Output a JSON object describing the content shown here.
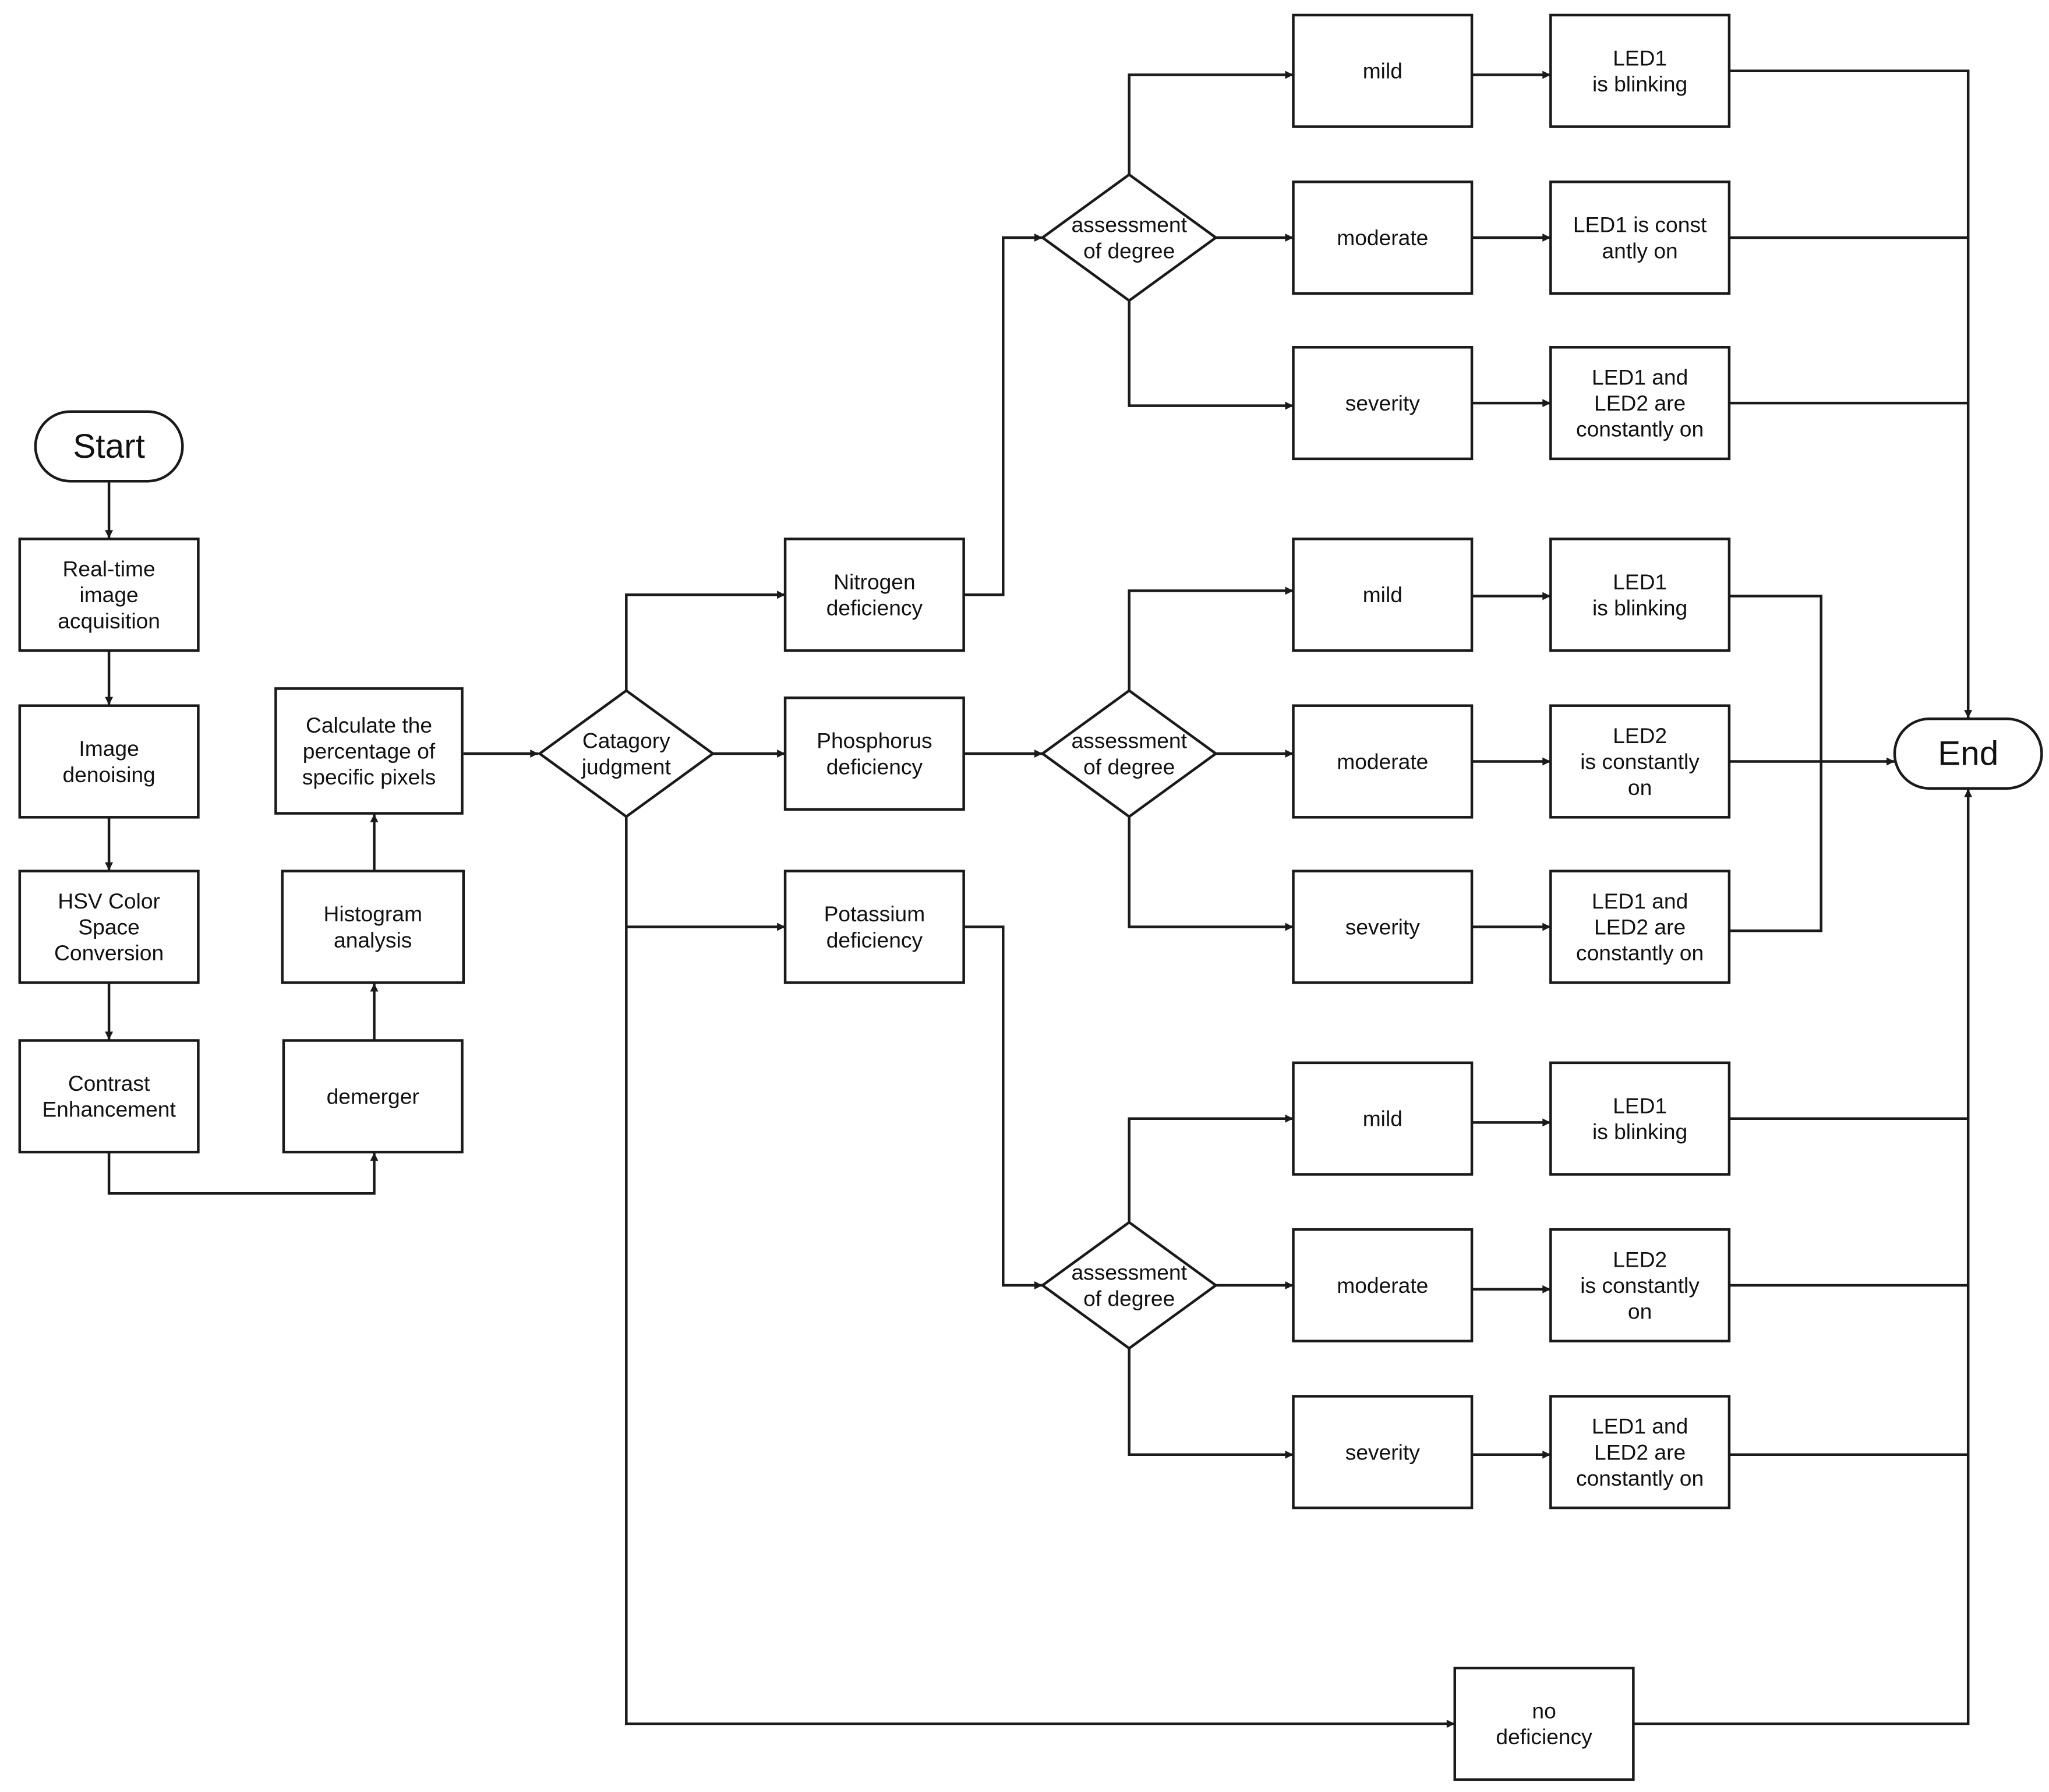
{
  "nodes": [
    {
      "id": "start",
      "shape": "terminal",
      "lines": [
        "Start"
      ]
    },
    {
      "id": "acquire",
      "shape": "process",
      "lines": [
        "Real-time",
        "image",
        "acquisition"
      ]
    },
    {
      "id": "denoise",
      "shape": "process",
      "lines": [
        "Image",
        "denoising"
      ]
    },
    {
      "id": "hsv",
      "shape": "process",
      "lines": [
        "HSV Color",
        "Space",
        "Conversion"
      ]
    },
    {
      "id": "contrast",
      "shape": "process",
      "lines": [
        "Contrast",
        "Enhancement"
      ]
    },
    {
      "id": "demerger",
      "shape": "process",
      "lines": [
        "demerger"
      ]
    },
    {
      "id": "histogram",
      "shape": "process",
      "lines": [
        "Histogram",
        "analysis"
      ]
    },
    {
      "id": "calc",
      "shape": "process",
      "lines": [
        "Calculate the",
        "percentage of",
        "specific pixels"
      ]
    },
    {
      "id": "category",
      "shape": "decision",
      "lines": [
        "Catagory",
        "judgment"
      ]
    },
    {
      "id": "nitrogen",
      "shape": "process",
      "lines": [
        "Nitrogen",
        "deficiency"
      ]
    },
    {
      "id": "phosphorus",
      "shape": "process",
      "lines": [
        "Phosphorus",
        "deficiency"
      ]
    },
    {
      "id": "potassium",
      "shape": "process",
      "lines": [
        "Potassium",
        "deficiency"
      ]
    },
    {
      "id": "no_def",
      "shape": "process",
      "lines": [
        "no",
        "deficiency"
      ]
    },
    {
      "id": "assess_n",
      "shape": "decision",
      "lines": [
        "assessment",
        "of degree"
      ]
    },
    {
      "id": "assess_p",
      "shape": "decision",
      "lines": [
        "assessment",
        "of degree"
      ]
    },
    {
      "id": "assess_k",
      "shape": "decision",
      "lines": [
        "assessment",
        "of degree"
      ]
    },
    {
      "id": "n_mild",
      "shape": "process",
      "lines": [
        "mild"
      ]
    },
    {
      "id": "n_moderate",
      "shape": "process",
      "lines": [
        "moderate"
      ]
    },
    {
      "id": "n_severity",
      "shape": "process",
      "lines": [
        "severity"
      ]
    },
    {
      "id": "p_mild",
      "shape": "process",
      "lines": [
        "mild"
      ]
    },
    {
      "id": "p_moderate",
      "shape": "process",
      "lines": [
        "moderate"
      ]
    },
    {
      "id": "p_severity",
      "shape": "process",
      "lines": [
        "severity"
      ]
    },
    {
      "id": "k_mild",
      "shape": "process",
      "lines": [
        "mild"
      ]
    },
    {
      "id": "k_moderate",
      "shape": "process",
      "lines": [
        "moderate"
      ]
    },
    {
      "id": "k_severity",
      "shape": "process",
      "lines": [
        "severity"
      ]
    },
    {
      "id": "n_led_mild",
      "shape": "process",
      "lines": [
        "LED1",
        "is blinking"
      ]
    },
    {
      "id": "n_led_moderate",
      "shape": "process",
      "lines": [
        "LED1 is const",
        "antly on"
      ]
    },
    {
      "id": "n_led_severity",
      "shape": "process",
      "lines": [
        "LED1 and",
        "LED2 are",
        "constantly on"
      ]
    },
    {
      "id": "p_led_mild",
      "shape": "process",
      "lines": [
        "LED1",
        "is blinking"
      ]
    },
    {
      "id": "p_led_moderate",
      "shape": "process",
      "lines": [
        "LED2",
        "is constantly",
        "on"
      ]
    },
    {
      "id": "p_led_severity",
      "shape": "process",
      "lines": [
        "LED1 and",
        "LED2 are",
        "constantly on"
      ]
    },
    {
      "id": "k_led_mild",
      "shape": "process",
      "lines": [
        "LED1",
        "is blinking"
      ]
    },
    {
      "id": "k_led_moderate",
      "shape": "process",
      "lines": [
        "LED2",
        "is constantly",
        "on"
      ]
    },
    {
      "id": "k_led_severity",
      "shape": "process",
      "lines": [
        "LED1 and",
        "LED2 are",
        "constantly on"
      ]
    },
    {
      "id": "end",
      "shape": "terminal",
      "lines": [
        "End"
      ]
    }
  ],
  "edges": [
    {
      "from": "start",
      "to": "acquire"
    },
    {
      "from": "acquire",
      "to": "denoise"
    },
    {
      "from": "denoise",
      "to": "hsv"
    },
    {
      "from": "hsv",
      "to": "contrast"
    },
    {
      "from": "contrast",
      "to": "demerger"
    },
    {
      "from": "demerger",
      "to": "histogram"
    },
    {
      "from": "histogram",
      "to": "calc"
    },
    {
      "from": "calc",
      "to": "category"
    },
    {
      "from": "category",
      "to": "nitrogen"
    },
    {
      "from": "category",
      "to": "phosphorus"
    },
    {
      "from": "category",
      "to": "potassium"
    },
    {
      "from": "category",
      "to": "no_def"
    },
    {
      "from": "nitrogen",
      "to": "assess_n"
    },
    {
      "from": "phosphorus",
      "to": "assess_p"
    },
    {
      "from": "potassium",
      "to": "assess_k"
    },
    {
      "from": "assess_n",
      "to": "n_mild"
    },
    {
      "from": "assess_n",
      "to": "n_moderate"
    },
    {
      "from": "assess_n",
      "to": "n_severity"
    },
    {
      "from": "assess_p",
      "to": "p_mild"
    },
    {
      "from": "assess_p",
      "to": "p_moderate"
    },
    {
      "from": "assess_p",
      "to": "p_severity"
    },
    {
      "from": "assess_k",
      "to": "k_mild"
    },
    {
      "from": "assess_k",
      "to": "k_moderate"
    },
    {
      "from": "assess_k",
      "to": "k_severity"
    },
    {
      "from": "n_mild",
      "to": "n_led_mild"
    },
    {
      "from": "n_moderate",
      "to": "n_led_moderate"
    },
    {
      "from": "n_severity",
      "to": "n_led_severity"
    },
    {
      "from": "p_mild",
      "to": "p_led_mild"
    },
    {
      "from": "p_moderate",
      "to": "p_led_moderate"
    },
    {
      "from": "p_severity",
      "to": "p_led_severity"
    },
    {
      "from": "k_mild",
      "to": "k_led_mild"
    },
    {
      "from": "k_moderate",
      "to": "k_led_moderate"
    },
    {
      "from": "k_severity",
      "to": "k_led_severity"
    },
    {
      "from": "n_led_mild",
      "to": "end"
    },
    {
      "from": "n_led_moderate",
      "to": "end"
    },
    {
      "from": "n_led_severity",
      "to": "end"
    },
    {
      "from": "p_led_mild",
      "to": "end"
    },
    {
      "from": "p_led_moderate",
      "to": "end"
    },
    {
      "from": "p_led_severity",
      "to": "end"
    },
    {
      "from": "k_led_mild",
      "to": "end"
    },
    {
      "from": "k_led_moderate",
      "to": "end"
    },
    {
      "from": "k_led_severity",
      "to": "end"
    },
    {
      "from": "no_def",
      "to": "end"
    }
  ]
}
